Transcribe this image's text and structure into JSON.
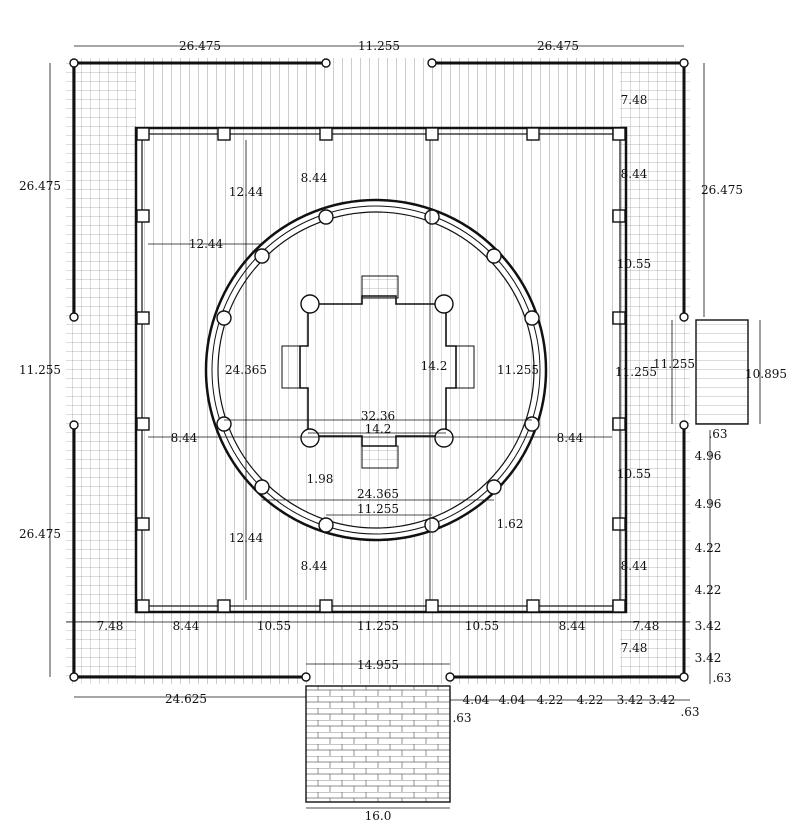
{
  "dimensions": {
    "top_left": "26.475",
    "top_center": "11.255",
    "top_right": "26.475",
    "left_upper": "26.475",
    "left_middle": "11.255",
    "left_lower": "26.475",
    "right_upper": "26.475",
    "right_stair_inner": "11.255",
    "right_stair_outer": "10.895",
    "bottom_left": "24.625",
    "bottom_stair_top": "14.955",
    "bottom_stair": "16.0",
    "corner_ne": "7.48",
    "corner_sw": "7.48",
    "corner_se_h": "7.48",
    "corner_se_v": "7.48",
    "hall_top_offset": "8.44",
    "hall_bottom_offset": "8.44",
    "hall_left_offset": "8.44",
    "hall_right_offset": "8.44",
    "hall_right_upper": "8.44",
    "hall_right_lower": "8.44",
    "ring_left_top": "12.44",
    "ring_left_mid": "12.44",
    "ring_left_bottom": "12.44",
    "right_wall_upper": "10.55",
    "right_wall_mid": "11.255",
    "right_wall_lower": "10.55",
    "circle_diameter_v": "24.365",
    "circle_diameter_h": "24.365",
    "circle_inner_v": "11.255",
    "circle_inner_h": "11.255",
    "outer_span": "32.36",
    "core_v": "14.2",
    "core_h": "14.2",
    "core_step": "1.98",
    "ring_thickness": "1.62",
    "bottom_row": [
      "7.48",
      "8.44",
      "10.55",
      "11.255",
      "10.55",
      "8.44",
      "7.48"
    ],
    "right_column": [
      ".63",
      "4.96",
      "4.96",
      "4.22",
      "4.22",
      "3.42",
      "3.42",
      ".63"
    ],
    "bottom_right_row": [
      ".63",
      "4.04",
      "4.04",
      "4.22",
      "4.22",
      "3.42",
      "3.42",
      ".63"
    ]
  }
}
